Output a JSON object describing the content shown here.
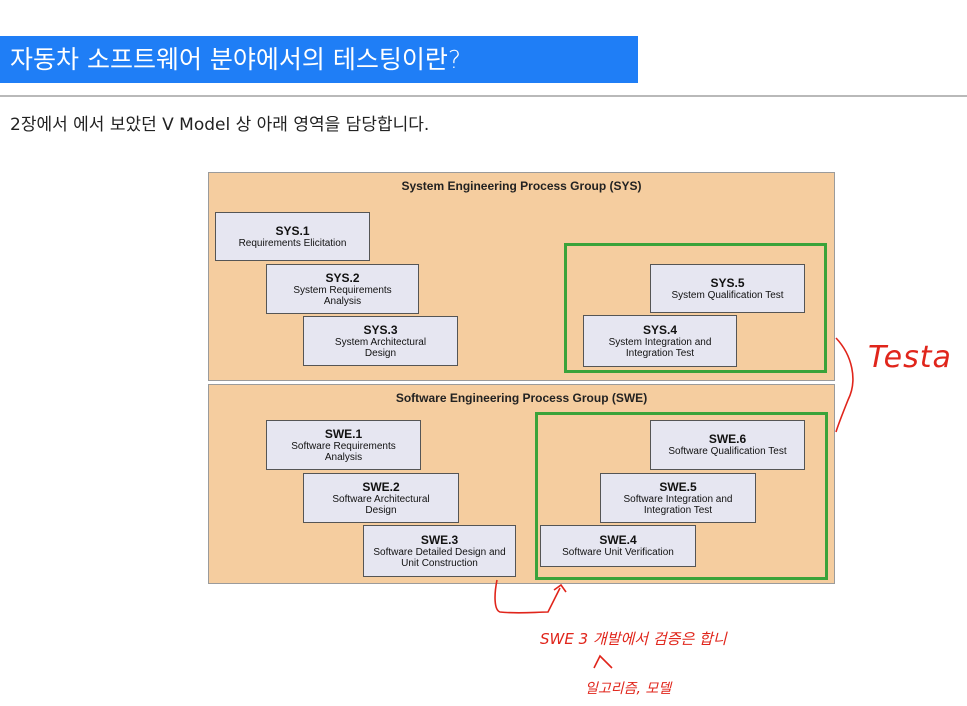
{
  "header": {
    "title": "자동차 소프트웨어 분야에서의 테스팅이란?",
    "subtitle": "2장에서 에서 보았던 V Model 상 아래 영역을 담당합니다."
  },
  "diagram": {
    "sys_group_title": "System Engineering Process Group (SYS)",
    "swe_group_title": "Software Engineering Process Group (SWE)",
    "sys": [
      {
        "code": "SYS.1",
        "name": "Requirements Elicitation"
      },
      {
        "code": "SYS.2",
        "name": "System Requirements Analysis"
      },
      {
        "code": "SYS.3",
        "name": "System Architectural Design"
      },
      {
        "code": "SYS.4",
        "name": "System Integration and Integration Test"
      },
      {
        "code": "SYS.5",
        "name": "System Qualification Test"
      }
    ],
    "swe": [
      {
        "code": "SWE.1",
        "name": "Software Requirements Analysis"
      },
      {
        "code": "SWE.2",
        "name": "Software Architectural Design"
      },
      {
        "code": "SWE.3",
        "name": "Software Detailed Design and Unit Construction"
      },
      {
        "code": "SWE.4",
        "name": "Software Unit Verification"
      },
      {
        "code": "SWE.5",
        "name": "Software Integration and Integration Test"
      },
      {
        "code": "SWE.6",
        "name": "Software Qualification Test"
      }
    ]
  },
  "annotations": {
    "tester_note": "Testa",
    "swe3_note": "SWE 3 개발에서 검증은 합니",
    "sub_note": "일고리즘, 모델"
  },
  "colors": {
    "title_bg": "#1f7ef6",
    "group_bg": "#f5cd9f",
    "box_bg": "#e6e6f1",
    "highlight_green": "#3aa33a",
    "annotation_red": "#e0251b"
  }
}
